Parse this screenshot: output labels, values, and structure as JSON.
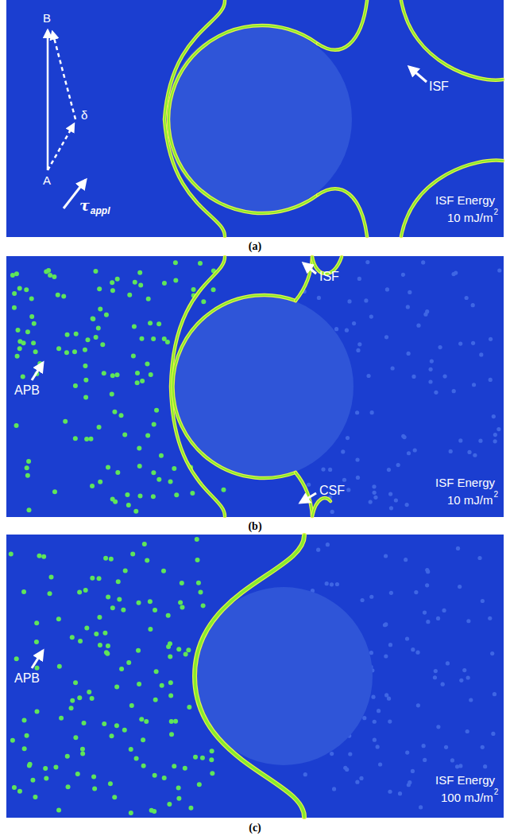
{
  "diagram": {
    "labels": [
      "B",
      "δ",
      "A",
      "τ",
      "appl",
      "ISF",
      "ISF Energy",
      "10 mJ/m",
      "2",
      "(a)",
      "ISF",
      "APB",
      "CSF",
      "ISF Energy",
      "10 mJ/m",
      "2",
      "(b)",
      "APB",
      "ISF Energy",
      "100 mJ/m",
      "2",
      "(c)"
    ]
  }
}
